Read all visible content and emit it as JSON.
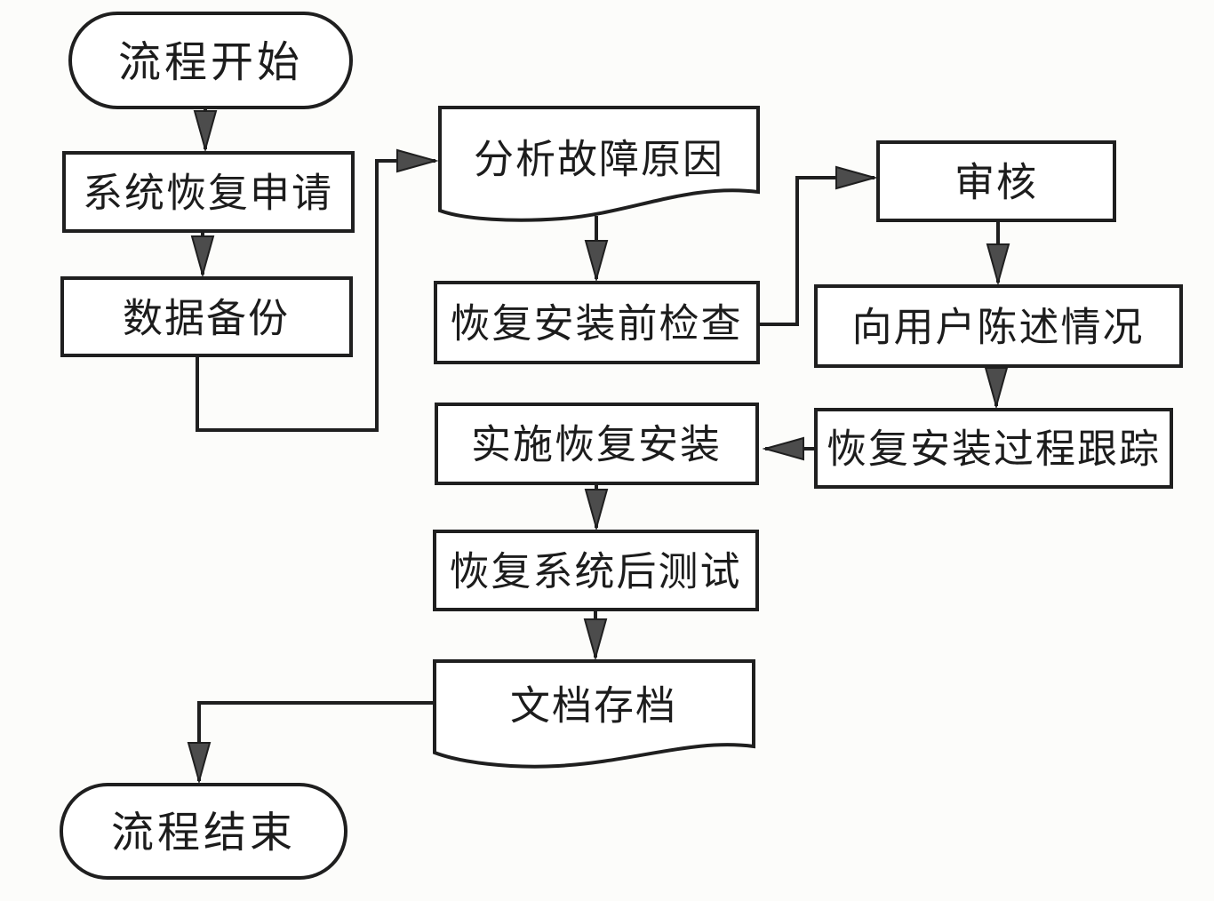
{
  "diagram": {
    "type": "flowchart",
    "nodes": {
      "start": {
        "label": "流程开始",
        "shape": "terminator"
      },
      "request": {
        "label": "系统恢复申请",
        "shape": "process"
      },
      "backup": {
        "label": "数据备份",
        "shape": "process"
      },
      "analyze": {
        "label": "分析故障原因",
        "shape": "document"
      },
      "precheck": {
        "label": "恢复安装前检查",
        "shape": "process"
      },
      "review": {
        "label": "审核",
        "shape": "process"
      },
      "inform": {
        "label": "向用户陈述情况",
        "shape": "process"
      },
      "tracking": {
        "label": "恢复安装过程跟踪",
        "shape": "process"
      },
      "implement": {
        "label": "实施恢复安装",
        "shape": "process"
      },
      "test": {
        "label": "恢复系统后测试",
        "shape": "process"
      },
      "archive": {
        "label": "文档存档",
        "shape": "document"
      },
      "end": {
        "label": "流程结束",
        "shape": "terminator"
      }
    },
    "edges": [
      {
        "from": "start",
        "to": "request"
      },
      {
        "from": "request",
        "to": "backup"
      },
      {
        "from": "backup",
        "to": "analyze"
      },
      {
        "from": "analyze",
        "to": "precheck"
      },
      {
        "from": "precheck",
        "to": "review"
      },
      {
        "from": "review",
        "to": "inform"
      },
      {
        "from": "inform",
        "to": "tracking"
      },
      {
        "from": "tracking",
        "to": "implement"
      },
      {
        "from": "implement",
        "to": "test"
      },
      {
        "from": "test",
        "to": "archive"
      },
      {
        "from": "archive",
        "to": "end"
      }
    ],
    "colors": {
      "background": "#fcfcfa",
      "shape_fill": "#ffffff",
      "stroke": "#1f1f1f",
      "arrow_fill": "#4c4c4c",
      "text": "#1c1c1c"
    }
  }
}
